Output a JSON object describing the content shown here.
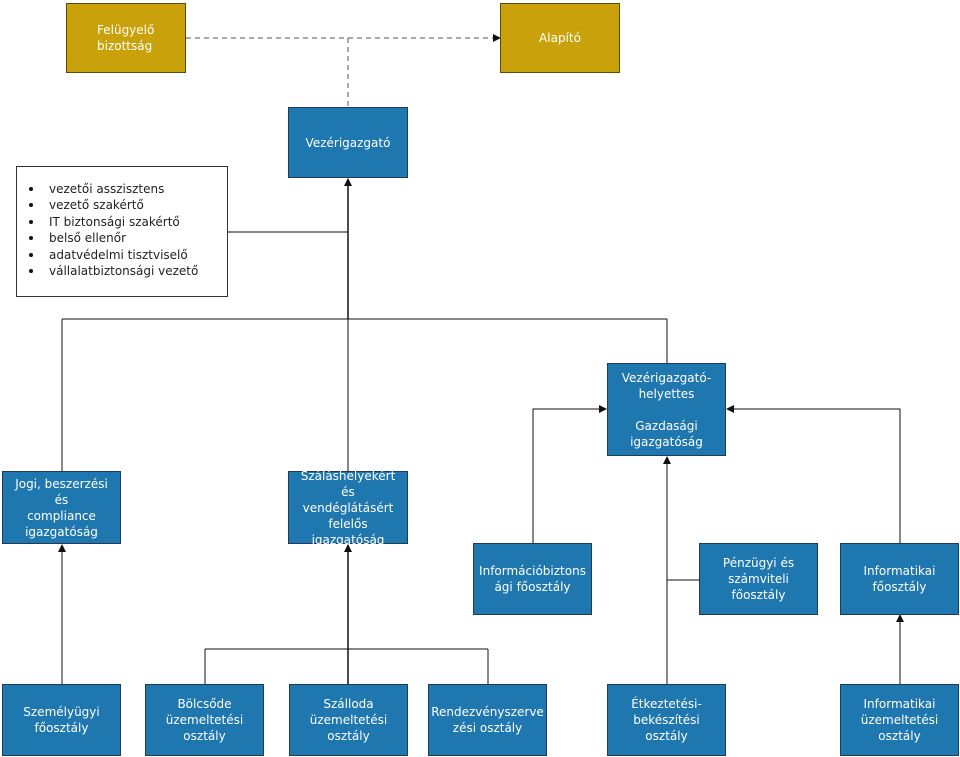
{
  "nodes": {
    "felugyelo": "Felügyelő\nbizottság",
    "alapito": "Alapító",
    "vezerigazgato": "Vezérigazgató",
    "vezerigazgato_helyettes": "Vezérigazgató-\nhelyettes\n\nGazdasági\nigazgatóság",
    "jogi": "Jogi, beszerzési és\ncompliance\nigazgatóság",
    "szallashely": "Száláshelyekért és\nvendéglátásért\nfelelős\nigazgatóság",
    "informaciobiztonsagi": "Információbiztons\nági főosztály",
    "penzugyi": "Pénzügyi és\nszámviteli\nfőosztály",
    "informatikai": "Informatikai\nfőosztály",
    "szemelyugyi": "Személyügyi\nfőosztály",
    "bolcsode": "Bölcsőde\nüzemeltetési\nosztály",
    "szalloda": "Szálloda\nüzemeltetési\nosztály",
    "rendezvenyszervezesi": "Rendezvényszerve\nzési osztály",
    "etkeztetesi": "Étkeztetési-\nbekészítési osztály",
    "informatikai_uzemeltetesi": "Informatikai\nüzemeltetési\nosztály"
  },
  "staff": [
    "vezetői asszisztens",
    "vezető szakértő",
    "IT biztonsági szakértő",
    "belső ellenőr",
    "adatvédelmi tisztviselő",
    "vállalatbiztonsági vezető"
  ],
  "colors": {
    "gold": "#c9a10a",
    "blue": "#1f77b0",
    "line": "#333333"
  }
}
